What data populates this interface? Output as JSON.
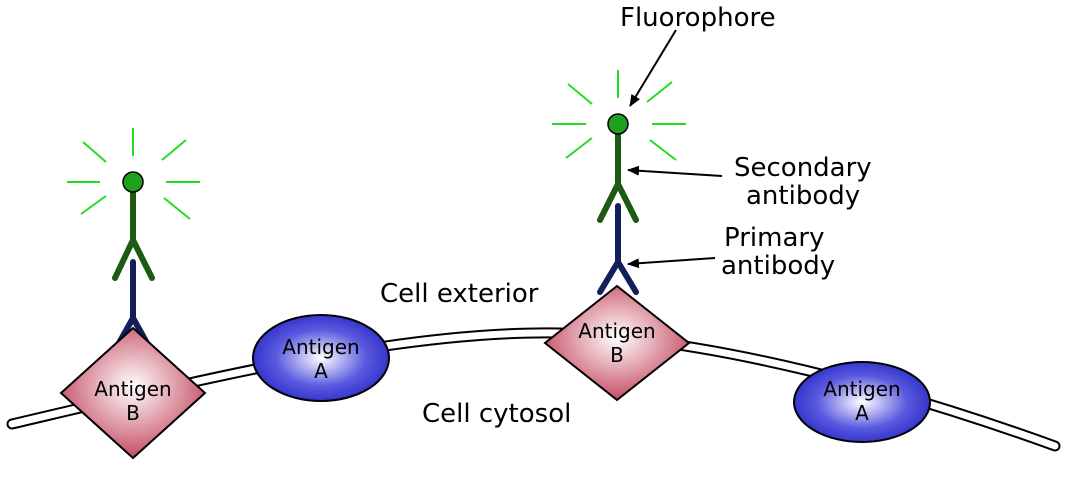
{
  "labels": {
    "fluorophore": "Fluorophore",
    "secondary_line1": "Secondary",
    "secondary_line2": "antibody",
    "primary_line1": "Primary",
    "primary_line2": "antibody",
    "cell_exterior": "Cell exterior",
    "cell_cytosol": "Cell cytosol"
  },
  "antigens": {
    "b_left": {
      "line1": "Antigen",
      "line2": "B"
    },
    "a_left": {
      "line1": "Antigen",
      "line2": "A"
    },
    "b_right": {
      "line1": "Antigen",
      "line2": "B"
    },
    "a_right": {
      "line1": "Antigen",
      "line2": "A"
    }
  },
  "colors": {
    "secondary_antibody": "#1e5a14",
    "primary_antibody": "#141e5a",
    "fluorophore": "#1fa01f",
    "glow": "#22dd22",
    "antigen_b": "#c03c54",
    "antigen_a": "#2424c8"
  }
}
